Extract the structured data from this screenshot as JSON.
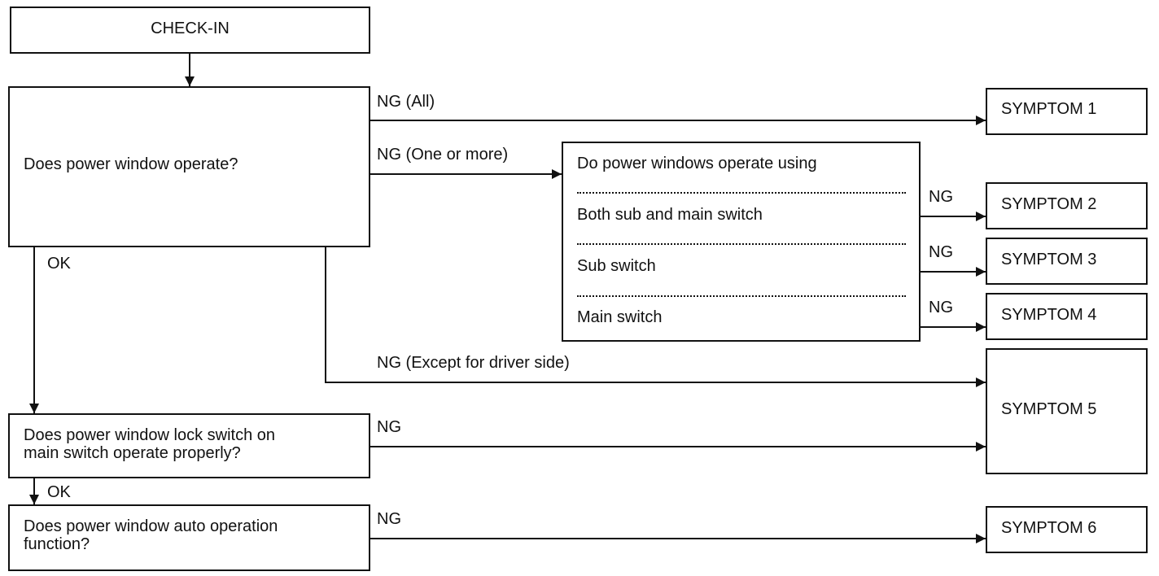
{
  "nodes": {
    "check_in": "CHECK-IN",
    "q_operate": "Does power window operate?",
    "q_using": {
      "heading": "Do power windows operate using",
      "opt_both": "Both sub and main switch",
      "opt_sub": "Sub switch",
      "opt_main": "Main switch"
    },
    "q_lock": [
      "Does power window lock switch on",
      "main switch operate properly?"
    ],
    "q_auto": [
      "Does power window auto operation",
      "function?"
    ],
    "symptoms": [
      "SYMPTOM 1",
      "SYMPTOM 2",
      "SYMPTOM 3",
      "SYMPTOM 4",
      "SYMPTOM 5",
      "SYMPTOM 6"
    ]
  },
  "edge_labels": {
    "ng_all": "NG (All)",
    "ng_one_or_more": "NG (One or more)",
    "ng_except_driver": "NG (Except for driver side)",
    "ng": "NG",
    "ok": "OK"
  }
}
